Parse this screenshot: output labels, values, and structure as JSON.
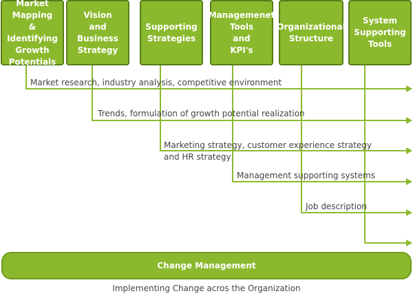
{
  "columns": [
    "Market\nMapping\n& Identifying\nGrowth\nPotentials",
    "Vision\nand\nBusiness\nStrategy",
    "Supporting\nStrategies",
    "Managemenet\nTools\nand\nKPI's",
    "Organizational\nStructure",
    "System\nSupporting\nTools"
  ],
  "flows": [
    "Market research, industry analysis, competitive environment",
    "Trends, formulation of growth potential realization",
    "Marketing strategy, customer experience strategy\nand HR strategy",
    "Management supporting systems",
    "Job description"
  ],
  "bottom_bar": "Change Management",
  "footer": "Implementing Change acros the Organization",
  "colors": {
    "green": "#8bb92d",
    "line": "#8bb92d",
    "text": "#444444"
  }
}
